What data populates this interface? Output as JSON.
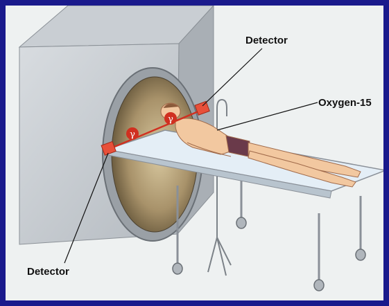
{
  "labels": {
    "detector_top": "Detector",
    "oxygen": "Oxygen-15",
    "detector_bottom": "Detector"
  },
  "gamma_symbol": "γ",
  "colors": {
    "background_border": "#1a1a8c",
    "scanner": "#c8cdd2",
    "tunnel": "#7a6a4a",
    "detector": "#e8503a",
    "beam": "#d03020",
    "skin": "#f2c8a0",
    "shorts": "#6a3a4a",
    "table": "#e4eef6"
  }
}
